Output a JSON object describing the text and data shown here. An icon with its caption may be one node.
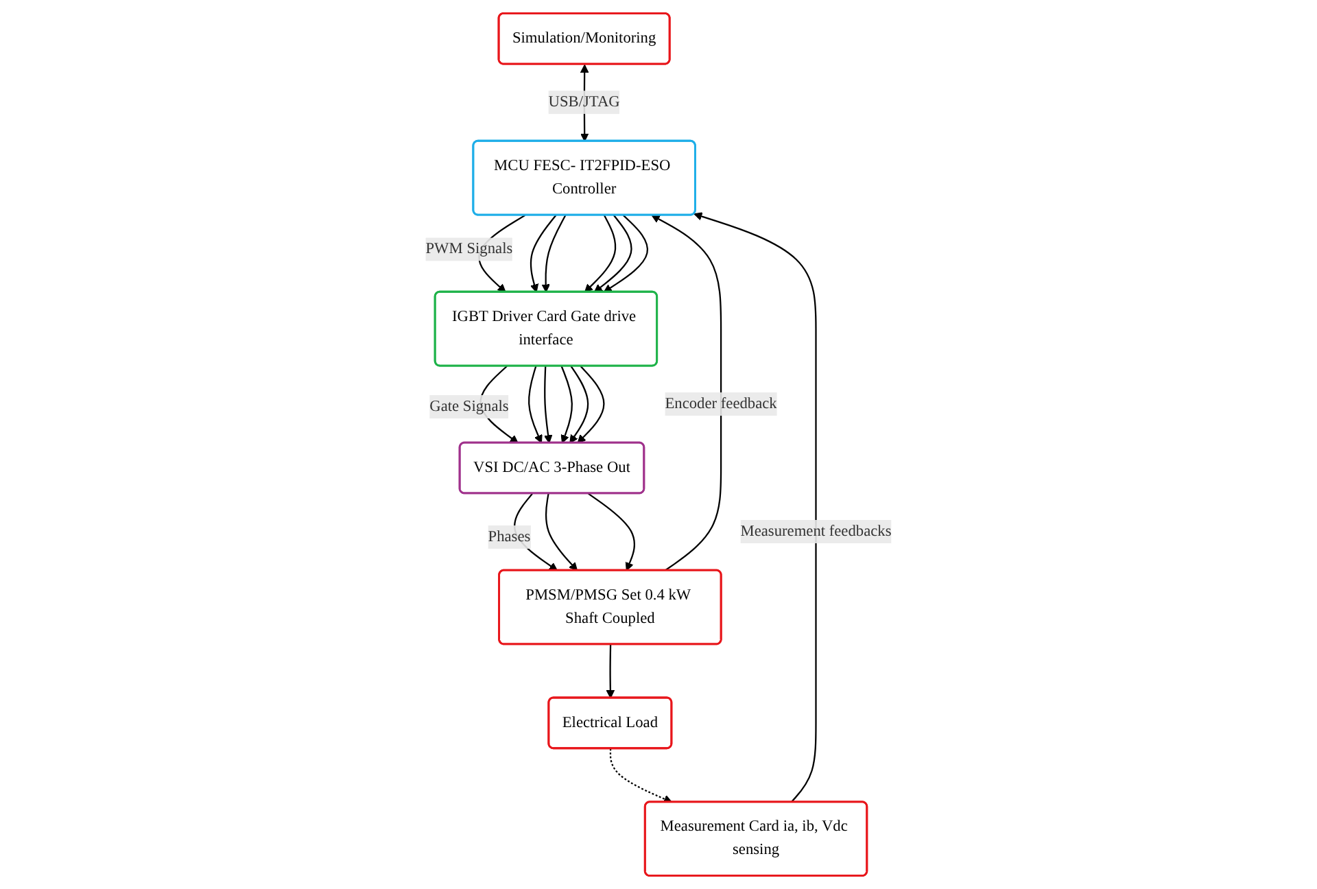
{
  "diagram": {
    "nodes": [
      {
        "text": [
          "Simulation/Monitoring"
        ]
      },
      {
        "text": [
          "MCU FESC- IT2FPID-ESO Controller"
        ]
      },
      {
        "text": [
          "Measurement Card ia, ib, Vdc sensing"
        ]
      },
      {
        "text": [
          "IGBT Driver Card Gate drive interface"
        ]
      },
      {
        "text": [
          "PMSM/PMSG Set 0.4 kW Shaft Coupled"
        ]
      },
      {
        "text": [
          "VSI DC/AC 3-Phase Out"
        ]
      },
      {
        "text": [
          "Electrical Load"
        ]
      }
    ],
    "edges": [
      {
        "from": 0,
        "to": 1,
        "arrow": "both",
        "label": "USB/JTAG"
      },
      {
        "from": 2,
        "to": 1,
        "arrow": "to",
        "label": "Measurement feedbacks"
      },
      {
        "from": 4,
        "to": 1,
        "arrow": "to",
        "label": "Encoder feedback"
      },
      {
        "from": 1,
        "to": 3,
        "arrow": "to",
        "label": "PWM Signals"
      },
      {
        "from": 1,
        "to": 3,
        "arrow": "to"
      },
      {
        "from": 1,
        "to": 3,
        "arrow": "to"
      },
      {
        "from": 1,
        "to": 3,
        "arrow": "to"
      },
      {
        "from": 1,
        "to": 3,
        "arrow": "to"
      },
      {
        "from": 1,
        "to": 3,
        "arrow": "to"
      },
      {
        "from": 3,
        "to": 5,
        "arrow": "to",
        "label": "Gate Signals"
      },
      {
        "from": 3,
        "to": 5,
        "arrow": "to"
      },
      {
        "from": 3,
        "to": 5,
        "arrow": "to"
      },
      {
        "from": 3,
        "to": 5,
        "arrow": "to"
      },
      {
        "from": 3,
        "to": 5,
        "arrow": "to"
      },
      {
        "from": 3,
        "to": 5,
        "arrow": "to"
      },
      {
        "from": 5,
        "to": 4,
        "arrow": "to",
        "label": "Phases"
      },
      {
        "from": 5,
        "to": 4,
        "arrow": "to"
      },
      {
        "from": 5,
        "to": 4,
        "arrow": "to"
      },
      {
        "from": 4,
        "to": 6,
        "arrow": "to"
      },
      {
        "from": 6,
        "to": 2,
        "arrow": "to",
        "style": "dashed"
      }
    ]
  }
}
